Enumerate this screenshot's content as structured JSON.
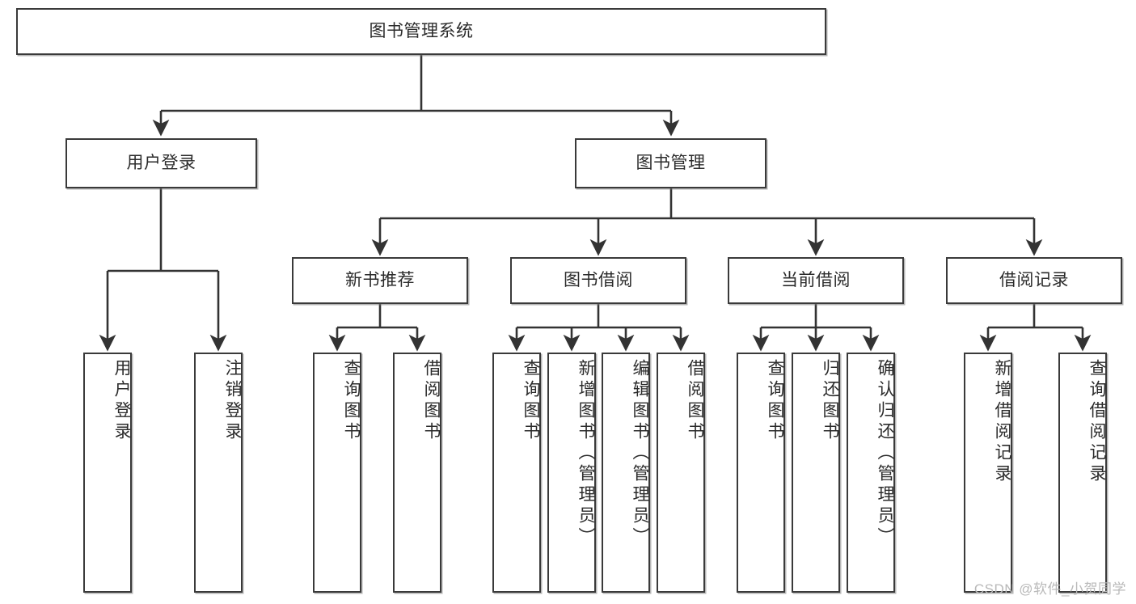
{
  "diagram": {
    "type": "tree-hierarchy",
    "title": "图书管理系统",
    "watermark": "CSDN @软件_小贺同学",
    "colors": {
      "box_border": "#3a3a3a",
      "box_fill": "#ffffff",
      "edge": "#333333",
      "text": "#2b2b2b",
      "watermark": "#b9b9b9",
      "background": "#ffffff"
    },
    "nodes": {
      "root": {
        "label": "图书管理系统",
        "level": 1,
        "orientation": "horizontal"
      },
      "user_login": {
        "label": "用户登录",
        "level": 2,
        "orientation": "horizontal"
      },
      "book_manage": {
        "label": "图书管理",
        "level": 2,
        "orientation": "horizontal"
      },
      "new_book_rec": {
        "label": "新书推荐",
        "level": 3,
        "orientation": "horizontal"
      },
      "book_borrow": {
        "label": "图书借阅",
        "level": 3,
        "orientation": "horizontal"
      },
      "current_borrow": {
        "label": "当前借阅",
        "level": 3,
        "orientation": "horizontal"
      },
      "borrow_record": {
        "label": "借阅记录",
        "level": 3,
        "orientation": "horizontal"
      },
      "leaf_user_login": {
        "label": "用户登录",
        "level": 4,
        "orientation": "vertical"
      },
      "leaf_logout": {
        "label": "注销登录",
        "level": 4,
        "orientation": "vertical"
      },
      "leaf_query_book_a": {
        "label": "查询图书",
        "level": 4,
        "orientation": "vertical"
      },
      "leaf_borrow_book_a": {
        "label": "借阅图书",
        "level": 4,
        "orientation": "vertical"
      },
      "leaf_query_book_b": {
        "label": "查询图书",
        "level": 4,
        "orientation": "vertical"
      },
      "leaf_add_book": {
        "label": "新增图书（管理员）",
        "level": 4,
        "orientation": "vertical"
      },
      "leaf_edit_book": {
        "label": "编辑图书（管理员）",
        "level": 4,
        "orientation": "vertical"
      },
      "leaf_borrow_book_b": {
        "label": "借阅图书",
        "level": 4,
        "orientation": "vertical"
      },
      "leaf_query_book_c": {
        "label": "查询图书",
        "level": 4,
        "orientation": "vertical"
      },
      "leaf_return_book": {
        "label": "归还图书",
        "level": 4,
        "orientation": "vertical"
      },
      "leaf_confirm_return": {
        "label": "确认归还（管理员）",
        "level": 4,
        "orientation": "vertical"
      },
      "leaf_add_record": {
        "label": "新增借阅记录",
        "level": 4,
        "orientation": "vertical"
      },
      "leaf_query_record": {
        "label": "查询借阅记录",
        "level": 4,
        "orientation": "vertical"
      }
    },
    "edges": [
      {
        "from": "root",
        "to": "user_login"
      },
      {
        "from": "root",
        "to": "book_manage"
      },
      {
        "from": "user_login",
        "to": "leaf_user_login"
      },
      {
        "from": "user_login",
        "to": "leaf_logout"
      },
      {
        "from": "book_manage",
        "to": "new_book_rec"
      },
      {
        "from": "book_manage",
        "to": "book_borrow"
      },
      {
        "from": "book_manage",
        "to": "current_borrow"
      },
      {
        "from": "book_manage",
        "to": "borrow_record"
      },
      {
        "from": "new_book_rec",
        "to": "leaf_query_book_a"
      },
      {
        "from": "new_book_rec",
        "to": "leaf_borrow_book_a"
      },
      {
        "from": "book_borrow",
        "to": "leaf_query_book_b"
      },
      {
        "from": "book_borrow",
        "to": "leaf_add_book"
      },
      {
        "from": "book_borrow",
        "to": "leaf_edit_book"
      },
      {
        "from": "book_borrow",
        "to": "leaf_borrow_book_b"
      },
      {
        "from": "current_borrow",
        "to": "leaf_query_book_c"
      },
      {
        "from": "current_borrow",
        "to": "leaf_return_book"
      },
      {
        "from": "current_borrow",
        "to": "leaf_confirm_return"
      },
      {
        "from": "borrow_record",
        "to": "leaf_add_record"
      },
      {
        "from": "borrow_record",
        "to": "leaf_query_record"
      }
    ]
  }
}
